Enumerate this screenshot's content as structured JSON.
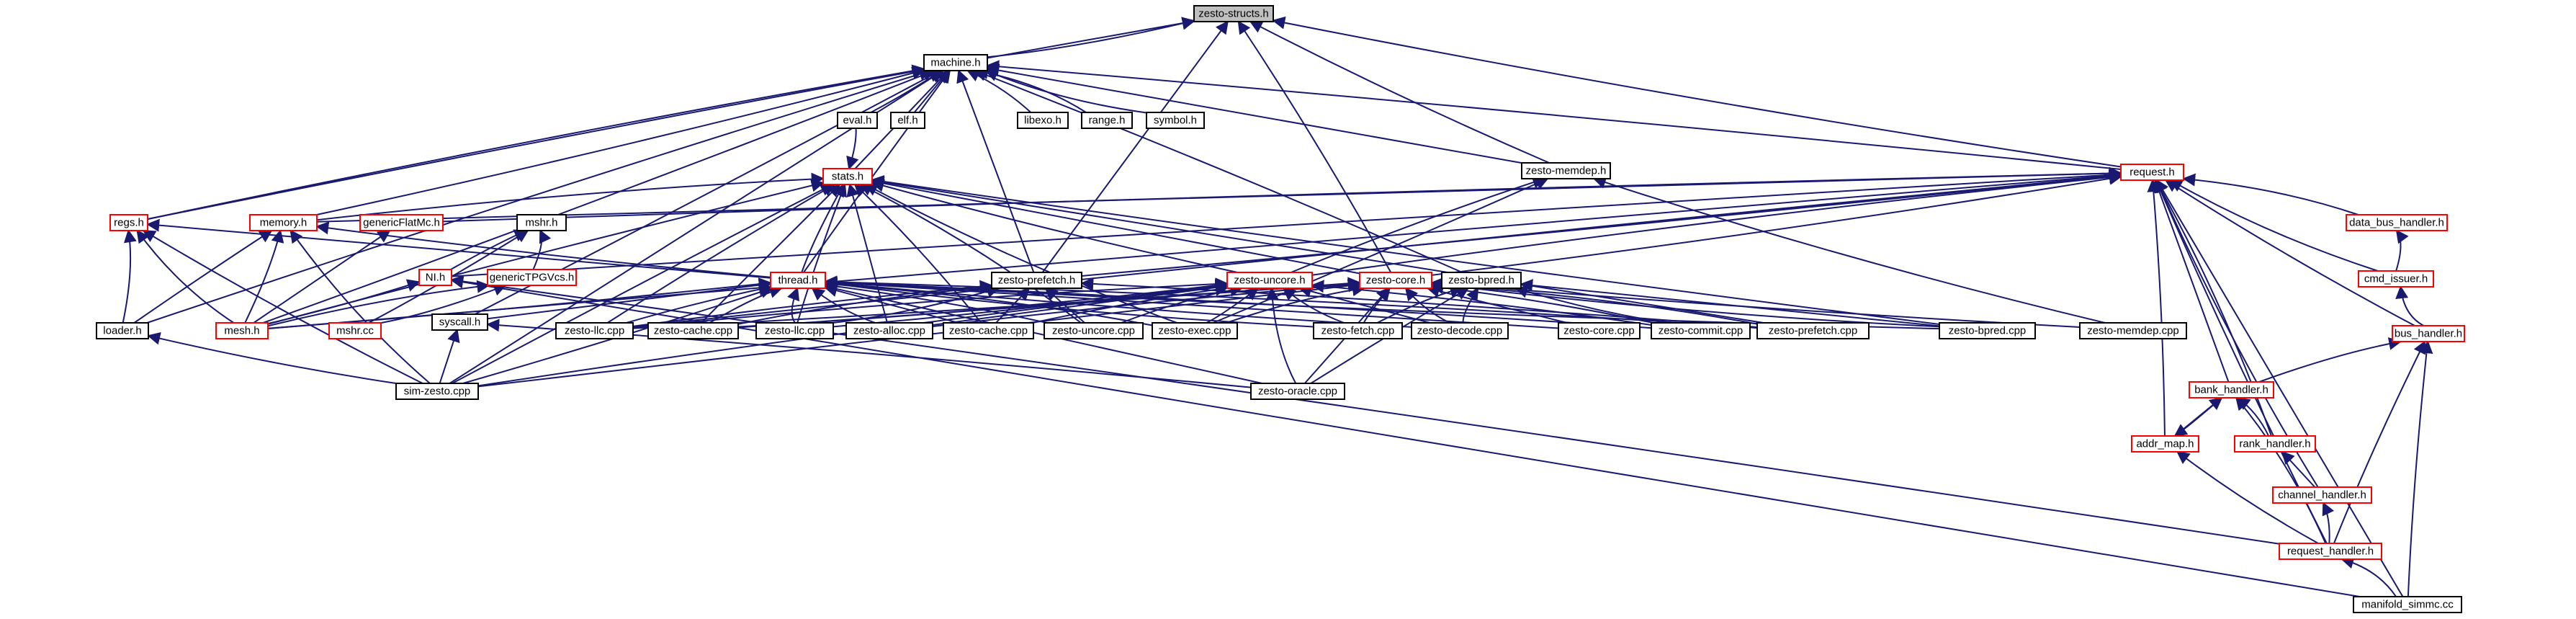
{
  "nodes": {
    "zesto_structs_h": {
      "label": "zesto-structs.h",
      "style": "grey"
    },
    "machine_h": {
      "label": "machine.h",
      "style": "black"
    },
    "eval_h": {
      "label": "eval.h",
      "style": "black"
    },
    "elf_h": {
      "label": "elf.h",
      "style": "black"
    },
    "libexo_h": {
      "label": "libexo.h",
      "style": "black"
    },
    "range_h": {
      "label": "range.h",
      "style": "black"
    },
    "symbol_h": {
      "label": "symbol.h",
      "style": "black"
    },
    "stats_h": {
      "label": "stats.h",
      "style": "red"
    },
    "zesto_memdep_h": {
      "label": "zesto-memdep.h",
      "style": "black"
    },
    "request_h": {
      "label": "request.h",
      "style": "red"
    },
    "regs_h": {
      "label": "regs.h",
      "style": "red"
    },
    "memory_h": {
      "label": "memory.h",
      "style": "red"
    },
    "genericFlatMc_h": {
      "label": "genericFlatMc.h",
      "style": "red"
    },
    "mshr_h": {
      "label": "mshr.h",
      "style": "black"
    },
    "data_bus_handler_h": {
      "label": "data_bus_handler.h",
      "style": "red"
    },
    "NI_h": {
      "label": "NI.h",
      "style": "red"
    },
    "genericTPGVcs_h": {
      "label": "genericTPGVcs.h",
      "style": "red"
    },
    "thread_h": {
      "label": "thread.h",
      "style": "red"
    },
    "zesto_prefetch_h": {
      "label": "zesto-prefetch.h",
      "style": "black"
    },
    "zesto_uncore_h": {
      "label": "zesto-uncore.h",
      "style": "red"
    },
    "zesto_core_h": {
      "label": "zesto-core.h",
      "style": "red"
    },
    "zesto_bpred_h": {
      "label": "zesto-bpred.h",
      "style": "black"
    },
    "cmd_issuer_h": {
      "label": "cmd_issuer.h",
      "style": "red"
    },
    "loader_h": {
      "label": "loader.h",
      "style": "black"
    },
    "mesh_h": {
      "label": "mesh.h",
      "style": "red"
    },
    "mshr_cc": {
      "label": "mshr.cc",
      "style": "red"
    },
    "syscall_h": {
      "label": "syscall.h",
      "style": "black"
    },
    "zesto_llc_cpp_a": {
      "label": "zesto-llc.cpp",
      "style": "black"
    },
    "zesto_cache_cpp_a": {
      "label": "zesto-cache.cpp",
      "style": "black"
    },
    "zesto_llc_cpp_b": {
      "label": "zesto-llc.cpp",
      "style": "black"
    },
    "zesto_alloc_cpp": {
      "label": "zesto-alloc.cpp",
      "style": "black"
    },
    "zesto_cache_cpp_b": {
      "label": "zesto-cache.cpp",
      "style": "black"
    },
    "zesto_uncore_cpp": {
      "label": "zesto-uncore.cpp",
      "style": "black"
    },
    "zesto_exec_cpp": {
      "label": "zesto-exec.cpp",
      "style": "black"
    },
    "zesto_fetch_cpp": {
      "label": "zesto-fetch.cpp",
      "style": "black"
    },
    "zesto_decode_cpp": {
      "label": "zesto-decode.cpp",
      "style": "black"
    },
    "zesto_core_cpp": {
      "label": "zesto-core.cpp",
      "style": "black"
    },
    "zesto_commit_cpp": {
      "label": "zesto-commit.cpp",
      "style": "black"
    },
    "zesto_prefetch_cpp": {
      "label": "zesto-prefetch.cpp",
      "style": "black"
    },
    "zesto_bpred_cpp": {
      "label": "zesto-bpred.cpp",
      "style": "black"
    },
    "zesto_memdep_cpp": {
      "label": "zesto-memdep.cpp",
      "style": "black"
    },
    "bus_handler_h": {
      "label": "bus_handler.h",
      "style": "red"
    },
    "sim_zesto_cpp": {
      "label": "sim-zesto.cpp",
      "style": "black"
    },
    "zesto_oracle_cpp": {
      "label": "zesto-oracle.cpp",
      "style": "black"
    },
    "bank_handler_h": {
      "label": "bank_handler.h",
      "style": "red"
    },
    "addr_map_h": {
      "label": "addr_map.h",
      "style": "red"
    },
    "rank_handler_h": {
      "label": "rank_handler.h",
      "style": "red"
    },
    "channel_handler_h": {
      "label": "channel_handler.h",
      "style": "red"
    },
    "request_handler_h": {
      "label": "request_handler.h",
      "style": "red"
    },
    "manifold_simmc_cc": {
      "label": "manifold_simmc.cc",
      "style": "black"
    }
  },
  "edges": [
    [
      "machine_h",
      "zesto_structs_h"
    ],
    [
      "zesto_memdep_h",
      "zesto_structs_h"
    ],
    [
      "zesto_prefetch_h",
      "zesto_structs_h"
    ],
    [
      "zesto_core_h",
      "zesto_structs_h"
    ],
    [
      "regs_h",
      "zesto_structs_h"
    ],
    [
      "request_h",
      "zesto_structs_h"
    ],
    [
      "eval_h",
      "machine_h"
    ],
    [
      "elf_h",
      "machine_h"
    ],
    [
      "libexo_h",
      "machine_h"
    ],
    [
      "range_h",
      "machine_h"
    ],
    [
      "symbol_h",
      "machine_h"
    ],
    [
      "stats_h",
      "machine_h"
    ],
    [
      "zesto_memdep_h",
      "machine_h"
    ],
    [
      "request_h",
      "machine_h"
    ],
    [
      "regs_h",
      "machine_h"
    ],
    [
      "memory_h",
      "machine_h"
    ],
    [
      "thread_h",
      "machine_h"
    ],
    [
      "zesto_prefetch_h",
      "machine_h"
    ],
    [
      "zesto_bpred_h",
      "machine_h"
    ],
    [
      "loader_h",
      "machine_h"
    ],
    [
      "mesh_h",
      "machine_h"
    ],
    [
      "syscall_h",
      "machine_h"
    ],
    [
      "sim_zesto_cpp",
      "machine_h"
    ],
    [
      "eval_h",
      "stats_h"
    ],
    [
      "memory_h",
      "stats_h"
    ],
    [
      "thread_h",
      "stats_h"
    ],
    [
      "zesto_uncore_h",
      "stats_h"
    ],
    [
      "zesto_core_h",
      "stats_h"
    ],
    [
      "mesh_h",
      "stats_h"
    ],
    [
      "zesto_llc_cpp_a",
      "stats_h"
    ],
    [
      "zesto_cache_cpp_a",
      "stats_h"
    ],
    [
      "zesto_llc_cpp_b",
      "stats_h"
    ],
    [
      "zesto_alloc_cpp",
      "stats_h"
    ],
    [
      "zesto_cache_cpp_b",
      "stats_h"
    ],
    [
      "zesto_uncore_cpp",
      "stats_h"
    ],
    [
      "zesto_exec_cpp",
      "stats_h"
    ],
    [
      "zesto_bpred_cpp",
      "stats_h"
    ],
    [
      "zesto_prefetch_cpp",
      "stats_h"
    ],
    [
      "sim_zesto_cpp",
      "stats_h"
    ],
    [
      "zesto_uncore_h",
      "zesto_memdep_h"
    ],
    [
      "zesto_memdep_cpp",
      "zesto_memdep_h"
    ],
    [
      "zesto_exec_cpp",
      "zesto_memdep_h"
    ],
    [
      "memory_h",
      "request_h"
    ],
    [
      "genericFlatMc_h",
      "request_h"
    ],
    [
      "data_bus_handler_h",
      "request_h"
    ],
    [
      "cmd_issuer_h",
      "request_h"
    ],
    [
      "bus_handler_h",
      "request_h"
    ],
    [
      "bank_handler_h",
      "request_h"
    ],
    [
      "addr_map_h",
      "request_h"
    ],
    [
      "rank_handler_h",
      "request_h"
    ],
    [
      "channel_handler_h",
      "request_h"
    ],
    [
      "request_handler_h",
      "request_h"
    ],
    [
      "manifold_simmc_cc",
      "request_h"
    ],
    [
      "mesh_h",
      "request_h"
    ],
    [
      "zesto_uncore_h",
      "request_h"
    ],
    [
      "zesto_core_h",
      "request_h"
    ],
    [
      "zesto_prefetch_h",
      "request_h"
    ],
    [
      "NI_h",
      "request_h"
    ],
    [
      "zesto_llc_cpp_a",
      "request_h"
    ],
    [
      "loader_h",
      "regs_h"
    ],
    [
      "mesh_h",
      "regs_h"
    ],
    [
      "sim_zesto_cpp",
      "regs_h"
    ],
    [
      "thread_h",
      "regs_h"
    ],
    [
      "loader_h",
      "memory_h"
    ],
    [
      "mesh_h",
      "memory_h"
    ],
    [
      "sim_zesto_cpp",
      "memory_h"
    ],
    [
      "thread_h",
      "memory_h"
    ],
    [
      "mesh_h",
      "genericFlatMc_h"
    ],
    [
      "NI_h",
      "mshr_h"
    ],
    [
      "genericTPGVcs_h",
      "mshr_h"
    ],
    [
      "mshr_cc",
      "mshr_h"
    ],
    [
      "mesh_h",
      "NI_h"
    ],
    [
      "manifold_simmc_cc",
      "NI_h"
    ],
    [
      "request_handler_h",
      "NI_h"
    ],
    [
      "mesh_h",
      "genericTPGVcs_h"
    ],
    [
      "mshr_cc",
      "genericTPGVcs_h"
    ],
    [
      "mesh_h",
      "thread_h"
    ],
    [
      "syscall_h",
      "thread_h"
    ],
    [
      "zesto_llc_cpp_a",
      "thread_h"
    ],
    [
      "zesto_cache_cpp_a",
      "thread_h"
    ],
    [
      "zesto_llc_cpp_b",
      "thread_h"
    ],
    [
      "zesto_alloc_cpp",
      "thread_h"
    ],
    [
      "zesto_cache_cpp_b",
      "thread_h"
    ],
    [
      "zesto_uncore_cpp",
      "thread_h"
    ],
    [
      "zesto_exec_cpp",
      "thread_h"
    ],
    [
      "zesto_fetch_cpp",
      "thread_h"
    ],
    [
      "zesto_decode_cpp",
      "thread_h"
    ],
    [
      "zesto_core_cpp",
      "thread_h"
    ],
    [
      "zesto_commit_cpp",
      "thread_h"
    ],
    [
      "zesto_prefetch_cpp",
      "thread_h"
    ],
    [
      "zesto_bpred_cpp",
      "thread_h"
    ],
    [
      "sim_zesto_cpp",
      "thread_h"
    ],
    [
      "zesto_oracle_cpp",
      "thread_h"
    ],
    [
      "zesto_llc_cpp_a",
      "zesto_prefetch_h"
    ],
    [
      "zesto_cache_cpp_a",
      "zesto_prefetch_h"
    ],
    [
      "zesto_llc_cpp_b",
      "zesto_prefetch_h"
    ],
    [
      "zesto_cache_cpp_b",
      "zesto_prefetch_h"
    ],
    [
      "zesto_uncore_cpp",
      "zesto_prefetch_h"
    ],
    [
      "zesto_prefetch_cpp",
      "zesto_prefetch_h"
    ],
    [
      "zesto_llc_cpp_a",
      "zesto_uncore_h"
    ],
    [
      "zesto_cache_cpp_a",
      "zesto_uncore_h"
    ],
    [
      "zesto_llc_cpp_b",
      "zesto_uncore_h"
    ],
    [
      "zesto_alloc_cpp",
      "zesto_uncore_h"
    ],
    [
      "zesto_cache_cpp_b",
      "zesto_uncore_h"
    ],
    [
      "zesto_uncore_cpp",
      "zesto_uncore_h"
    ],
    [
      "zesto_exec_cpp",
      "zesto_uncore_h"
    ],
    [
      "zesto_fetch_cpp",
      "zesto_uncore_h"
    ],
    [
      "zesto_decode_cpp",
      "zesto_uncore_h"
    ],
    [
      "zesto_commit_cpp",
      "zesto_uncore_h"
    ],
    [
      "sim_zesto_cpp",
      "zesto_uncore_h"
    ],
    [
      "zesto_oracle_cpp",
      "zesto_uncore_h"
    ],
    [
      "zesto_llc_cpp_a",
      "zesto_core_h"
    ],
    [
      "zesto_cache_cpp_a",
      "zesto_core_h"
    ],
    [
      "zesto_alloc_cpp",
      "zesto_core_h"
    ],
    [
      "zesto_exec_cpp",
      "zesto_core_h"
    ],
    [
      "zesto_fetch_cpp",
      "zesto_core_h"
    ],
    [
      "zesto_decode_cpp",
      "zesto_core_h"
    ],
    [
      "zesto_core_cpp",
      "zesto_core_h"
    ],
    [
      "zesto_commit_cpp",
      "zesto_core_h"
    ],
    [
      "zesto_prefetch_cpp",
      "zesto_core_h"
    ],
    [
      "zesto_bpred_cpp",
      "zesto_core_h"
    ],
    [
      "zesto_memdep_cpp",
      "zesto_core_h"
    ],
    [
      "sim_zesto_cpp",
      "zesto_core_h"
    ],
    [
      "zesto_oracle_cpp",
      "zesto_core_h"
    ],
    [
      "zesto_fetch_cpp",
      "zesto_bpred_h"
    ],
    [
      "zesto_decode_cpp",
      "zesto_bpred_h"
    ],
    [
      "zesto_commit_cpp",
      "zesto_bpred_h"
    ],
    [
      "zesto_bpred_cpp",
      "zesto_bpred_h"
    ],
    [
      "zesto_oracle_cpp",
      "zesto_bpred_h"
    ],
    [
      "cmd_issuer_h",
      "data_bus_handler_h"
    ],
    [
      "bus_handler_h",
      "cmd_issuer_h"
    ],
    [
      "sim_zesto_cpp",
      "loader_h"
    ],
    [
      "sim_zesto_cpp",
      "syscall_h"
    ],
    [
      "zesto_oracle_cpp",
      "syscall_h"
    ],
    [
      "bank_handler_h",
      "bus_handler_h"
    ],
    [
      "request_handler_h",
      "bus_handler_h"
    ],
    [
      "manifold_simmc_cc",
      "bus_handler_h"
    ],
    [
      "addr_map_h",
      "bank_handler_h"
    ],
    [
      "rank_handler_h",
      "bank_handler_h"
    ],
    [
      "request_handler_h",
      "bank_handler_h"
    ],
    [
      "bank_handler_h",
      "addr_map_h"
    ],
    [
      "request_handler_h",
      "addr_map_h"
    ],
    [
      "channel_handler_h",
      "rank_handler_h"
    ],
    [
      "request_handler_h",
      "channel_handler_h"
    ],
    [
      "manifold_simmc_cc",
      "request_handler_h"
    ]
  ]
}
